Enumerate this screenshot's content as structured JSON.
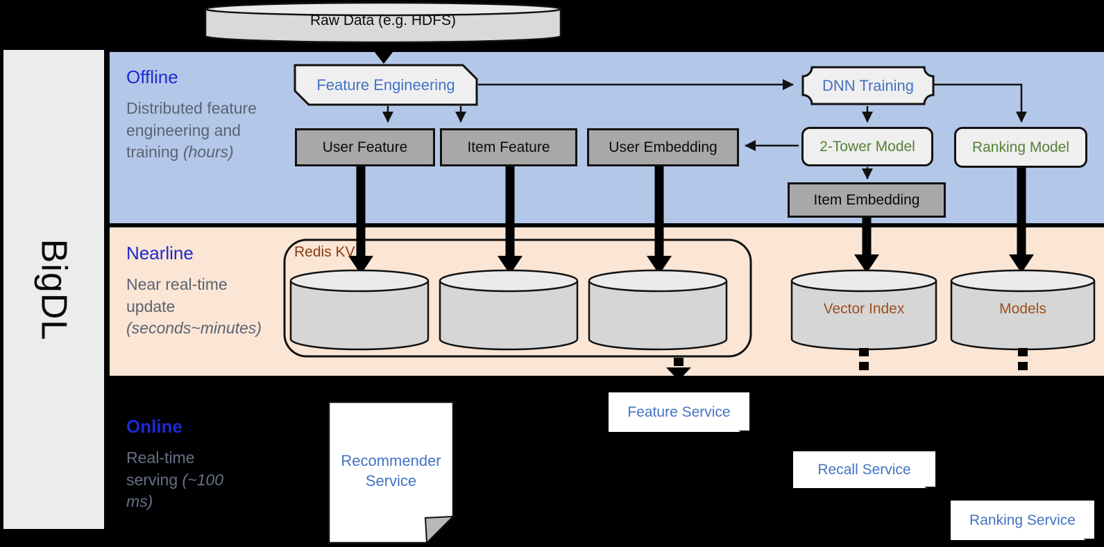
{
  "brand": {
    "label": "BigDL"
  },
  "source": {
    "raw_data": "Raw Data (e.g. HDFS)"
  },
  "sections": {
    "offline": {
      "label": "Offline",
      "description": "Distributed feature engineering and training ",
      "description_note": "(hours)"
    },
    "nearline": {
      "label": "Nearline",
      "description": "Near real-time update ",
      "description_note": "(seconds~minutes)"
    },
    "online": {
      "label": "Online",
      "description": "Real-time serving ",
      "description_note": "(~100 ms)"
    }
  },
  "nodes": {
    "feature_engineering": "Feature Engineering",
    "dnn_training": "DNN Training",
    "user_feature": "User Feature",
    "item_feature": "Item Feature",
    "user_embedding": "User Embedding",
    "two_tower_model": "2-Tower Model",
    "ranking_model": "Ranking Model",
    "item_embedding": "Item Embedding",
    "redis_kv": "Redis KV",
    "vector_index": "Vector Index",
    "models": "Models",
    "recommender_service": "Recommender Service",
    "feature_service": "Feature Service",
    "recall_service": "Recall Service",
    "ranking_service": "Ranking Service"
  },
  "edges": [
    "Raw Data -> Feature Engineering",
    "Feature Engineering -> DNN Training",
    "Feature Engineering -> User Feature",
    "Feature Engineering -> Item Feature",
    "DNN Training -> 2-Tower Model",
    "DNN Training -> Ranking Model",
    "2-Tower Model -> User Embedding",
    "2-Tower Model -> Item Embedding",
    "User Feature -> Redis KV store",
    "Item Feature -> Redis KV store",
    "User Embedding -> Redis KV store",
    "Item Embedding -> Vector Index",
    "Ranking Model -> Models",
    "Redis KV -> Feature Service (dashed)",
    "Vector Index -> recall path (dashed)",
    "Models -> ranking path (dashed)"
  ],
  "colors": {
    "band_offline": "#b3c7e8",
    "band_nearline": "#fbe5d4",
    "band_online": "#000000",
    "section_label_blue": "#1c2bd2",
    "node_text_blue": "#4472c4",
    "node_text_green": "#538136",
    "redis_brown": "#8a3c10",
    "cylinder_brown": "#9d4e1c",
    "gray_box": "#a8a8a8",
    "sidebar_gray": "#ececec"
  }
}
